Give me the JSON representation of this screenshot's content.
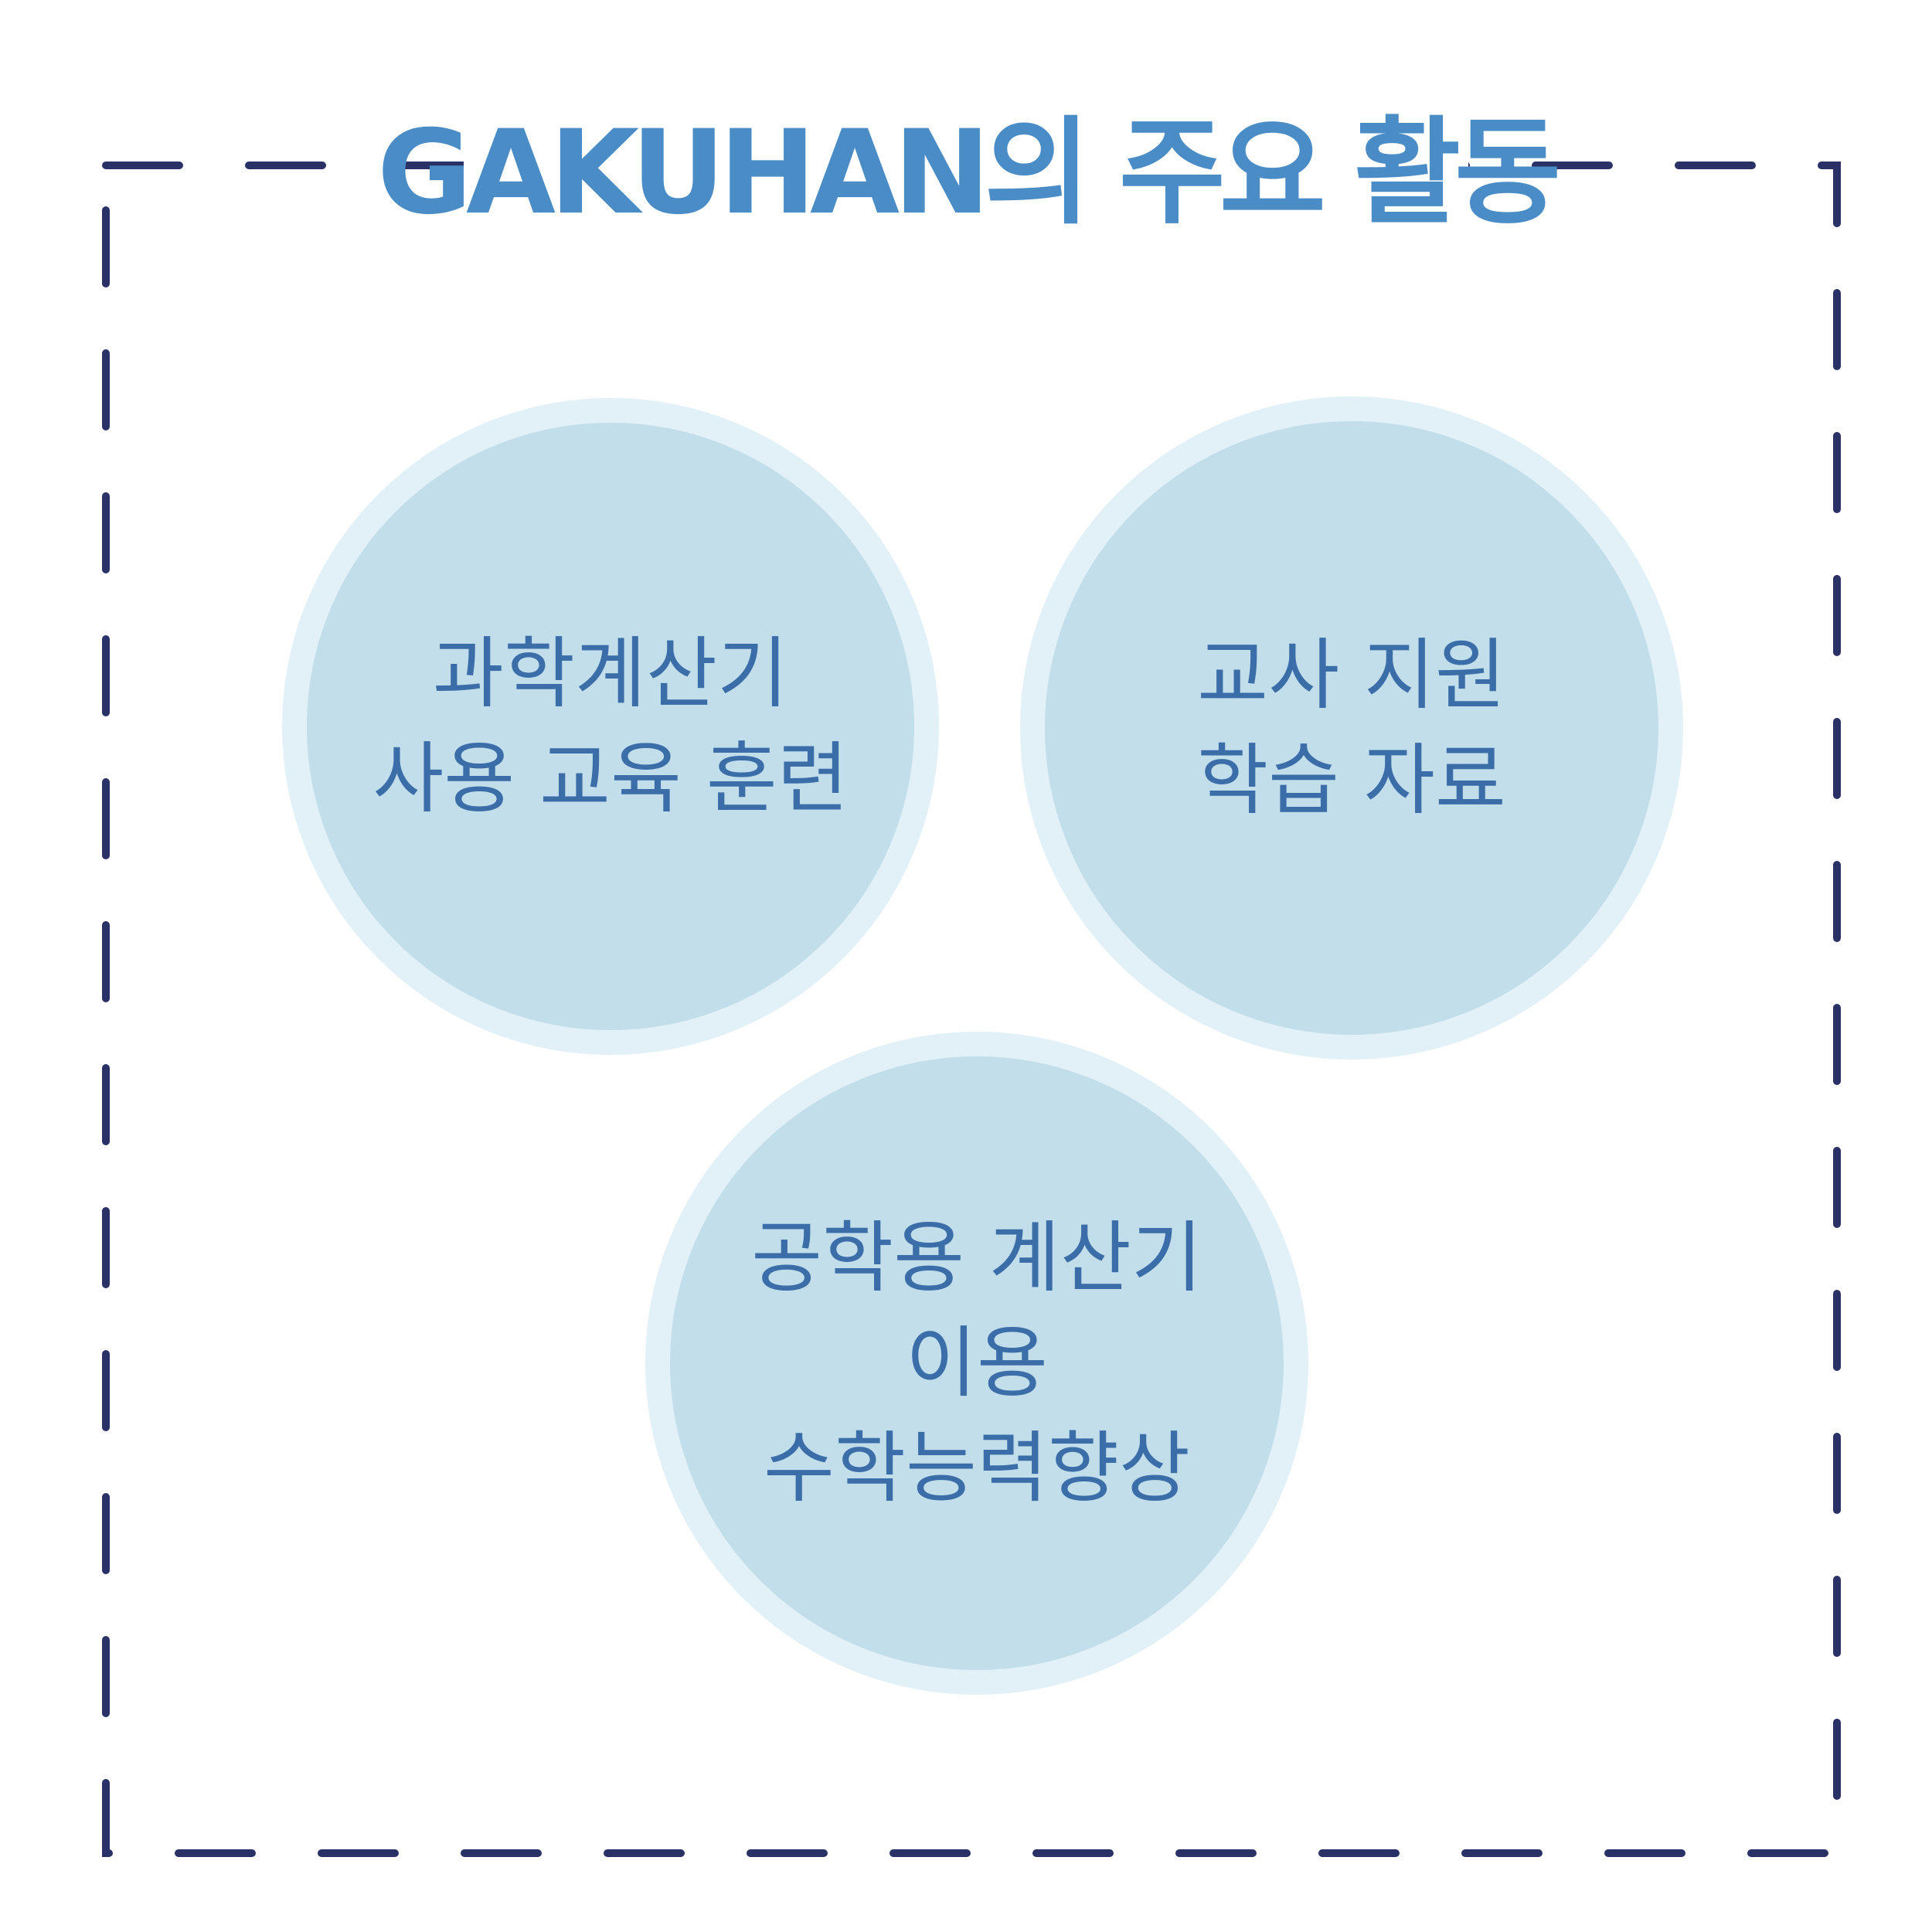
{
  "title": "GAKUHAN의 주요 활동",
  "colors": {
    "title": "#4a8cc6",
    "frame": "#2a3166",
    "circle_fill": "#c1deea",
    "circle_ring": "#e2f0f7",
    "circle_text": "#3b6ea8"
  },
  "activities": [
    {
      "lines": [
        "과학계산기",
        "사용 교육 훈련"
      ]
    },
    {
      "lines": [
        "교사 지원",
        "학습 자료"
      ]
    },
    {
      "lines": [
        "공학용 계산기",
        "이용",
        "수학능력향상"
      ]
    }
  ]
}
